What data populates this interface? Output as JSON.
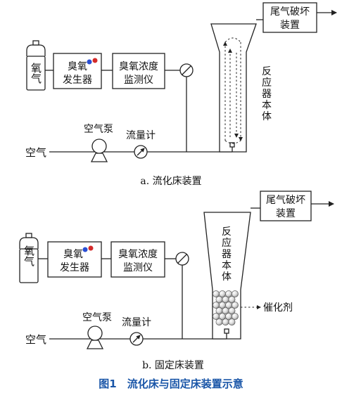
{
  "colors": {
    "caption": "#1a56a8",
    "red_dot": "#d42a2a",
    "blue_dot": "#2a4fd4",
    "line": "#222222"
  },
  "panel_a": {
    "oxygen": "氧气",
    "ozone_gen_1": "臭氧",
    "ozone_gen_2": "发生器",
    "monitor_1": "臭氧浓度",
    "monitor_2": "监测仪",
    "reactor_chars": [
      "反",
      "应",
      "器",
      "本",
      "体"
    ],
    "tail_1": "尾气破坏",
    "tail_2": "装置",
    "pump": "空气泵",
    "flow": "流量计",
    "air": "空气",
    "caption": "a. 流化床装置"
  },
  "panel_b": {
    "oxygen": "氧气",
    "ozone_gen_1": "臭氧",
    "ozone_gen_2": "发生器",
    "monitor_1": "臭氧浓度",
    "monitor_2": "监测仪",
    "reactor_chars": [
      "反",
      "应",
      "器",
      "本",
      "体"
    ],
    "tail_1": "尾气破坏",
    "tail_2": "装置",
    "catalyst": "催化剂",
    "pump": "空气泵",
    "flow": "流量计",
    "air": "空气",
    "caption": "b. 固定床装置"
  },
  "figure_caption": "图1　流化床与固定床装置示意"
}
